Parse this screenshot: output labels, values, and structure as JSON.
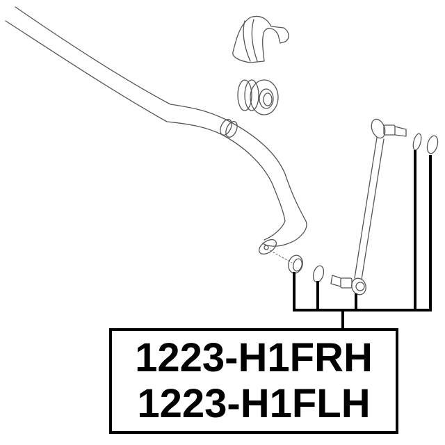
{
  "diagram": {
    "type": "exploded-parts-diagram",
    "subject": "stabilizer bar with stabilizer link",
    "components": [
      {
        "name": "stabilizer-bar",
        "label": ""
      },
      {
        "name": "bushing-bracket",
        "label": ""
      },
      {
        "name": "bushing",
        "label": ""
      },
      {
        "name": "stabilizer-link",
        "label": ""
      },
      {
        "name": "washer-large-lower",
        "label": ""
      },
      {
        "name": "washer-small-lower",
        "label": ""
      },
      {
        "name": "washer-small-upper",
        "label": ""
      },
      {
        "name": "washer-large-upper",
        "label": ""
      }
    ],
    "part_numbers": [
      "1223-H1FRH",
      "1223-H1FLH"
    ],
    "colors": {
      "line": "#000000",
      "drawing": "#555555",
      "background": "#ffffff"
    }
  }
}
